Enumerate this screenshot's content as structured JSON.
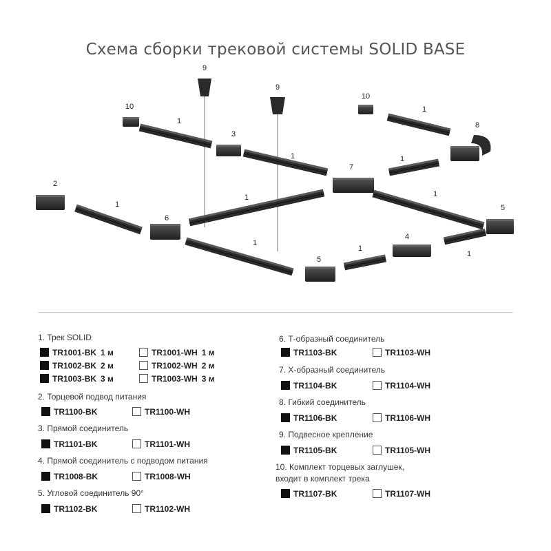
{
  "title": "Схема сборки трековой системы SOLID BASE",
  "callouts": {
    "track": "1",
    "end_feed": "2",
    "straight": "3",
    "straight_feed": "4",
    "corner": "5",
    "t_conn": "6",
    "x_conn": "7",
    "flex": "8",
    "suspension": "9",
    "end_caps": "10"
  },
  "legend": [
    {
      "heading": "1. Трек SOLID",
      "rows": [
        {
          "bk": "TR1001-BK",
          "bk_len": "1 м",
          "wh": "TR1001-WH",
          "wh_len": "1 м"
        },
        {
          "bk": "TR1002-BK",
          "bk_len": "2 м",
          "wh": "TR1002-WH",
          "wh_len": "2 м"
        },
        {
          "bk": "TR1003-BK",
          "bk_len": "3 м",
          "wh": "TR1003-WH",
          "wh_len": "3 м"
        }
      ]
    },
    {
      "heading": "2. Торцевой подвод питания",
      "rows": [
        {
          "bk": "TR1100-BK",
          "wh": "TR1100-WH"
        }
      ]
    },
    {
      "heading": "3. Прямой соединитель",
      "rows": [
        {
          "bk": "TR1101-BK",
          "wh": "TR1101-WH"
        }
      ]
    },
    {
      "heading": "4. Прямой соединитель с подводом питания",
      "rows": [
        {
          "bk": "TR1008-BK",
          "wh": "TR1008-WH"
        }
      ]
    },
    {
      "heading": "5. Угловой соединитель 90°",
      "rows": [
        {
          "bk": "TR1102-BK",
          "wh": "TR1102-WH"
        }
      ]
    },
    {
      "heading": "6. Т-образный соединитель",
      "rows": [
        {
          "bk": "TR1103-BK",
          "wh": "TR1103-WH"
        }
      ]
    },
    {
      "heading": "7. Х-образный соединитель",
      "rows": [
        {
          "bk": "TR1104-BK",
          "wh": "TR1104-WH"
        }
      ]
    },
    {
      "heading": "8. Гибкий соединитель",
      "rows": [
        {
          "bk": "TR1106-BK",
          "wh": "TR1106-WH"
        }
      ]
    },
    {
      "heading": "9. Подвесное крепление",
      "rows": [
        {
          "bk": "TR1105-BK",
          "wh": "TR1105-WH"
        }
      ]
    },
    {
      "heading": "10. Комплект торцевых заглушек, входит в комплект трека",
      "rows": [
        {
          "bk": "TR1107-BK",
          "wh": "TR1107-WH"
        }
      ]
    }
  ],
  "colors": {
    "track": "#2b2b2b",
    "track_top": "#4a4a4a",
    "text": "#333333",
    "title": "#555555"
  }
}
